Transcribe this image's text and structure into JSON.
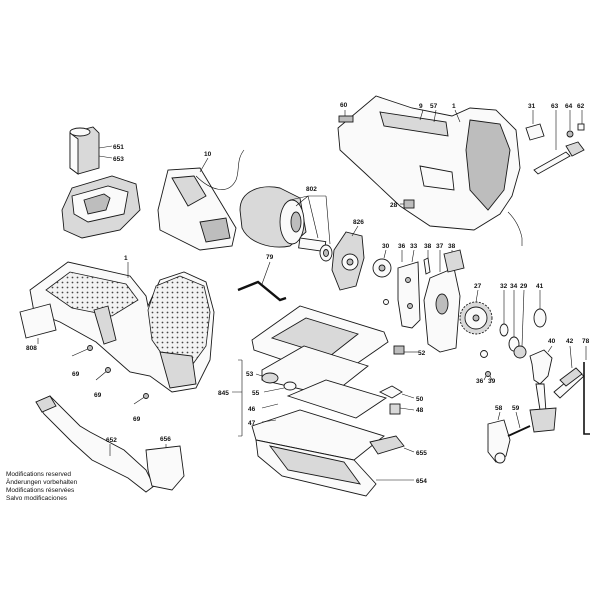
{
  "labels": {
    "l651": "651",
    "l653": "653",
    "l10": "10",
    "l802": "802",
    "l826": "826",
    "l60": "60",
    "l9": "9",
    "l57": "57",
    "l1a": "1",
    "l31": "31",
    "l63": "63",
    "l64": "64",
    "l62": "62",
    "l28": "28",
    "l1b": "1",
    "l79": "79",
    "l30": "30",
    "l36": "36",
    "l33": "33",
    "l38": "38",
    "l37": "37",
    "l38b": "38",
    "l27": "27",
    "l32": "32",
    "l34": "34",
    "l29": "29",
    "l41": "41",
    "l808": "808",
    "l69a": "69",
    "l69b": "69",
    "l69c": "69",
    "l52": "52",
    "l53": "53",
    "l845": "845",
    "l55": "55",
    "l50": "50",
    "l48": "48",
    "l46": "46",
    "l47": "47",
    "l655": "655",
    "l654": "654",
    "l652": "652",
    "l656": "656",
    "l36b": "36",
    "l39": "39",
    "l40": "40",
    "l42": "42",
    "l78": "78",
    "l58": "58",
    "l59": "59"
  },
  "notes": {
    "line1": "Modifications reserved",
    "line2": "Änderungen vorbehalten",
    "line3": "Modifications réservées",
    "line4": "Salvo modificaciones"
  }
}
